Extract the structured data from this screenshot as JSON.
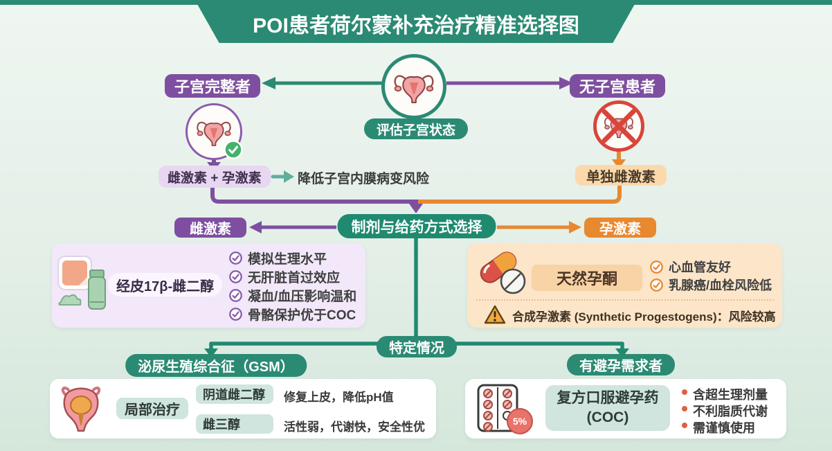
{
  "title": "POI患者荷尔蒙补充治疗精准选择图",
  "hub": {
    "label": "评估子宫状态"
  },
  "branch_left": {
    "badge": "子宫完整者",
    "regimen": "雌激素 + 孕激素",
    "benefit": "降低子宫内膜病变风险"
  },
  "branch_right": {
    "badge": "无子宫患者",
    "regimen": "单独雌激素"
  },
  "selection": {
    "label": "制剂与给药方式选择",
    "left_badge": "雌激素",
    "right_badge": "孕激素"
  },
  "estrogen_box": {
    "product": "经皮17β-雌二醇",
    "benefits": [
      "模拟生理水平",
      "无肝脏首过效应",
      "凝血/血压影响温和",
      "骨骼保护优于COC"
    ]
  },
  "progestogen_box": {
    "product": "天然孕酮",
    "benefits": [
      "心血管友好",
      "乳腺癌/血栓风险低"
    ],
    "warning": "合成孕激素 (Synthetic Progestogens)：风险较高"
  },
  "special": {
    "label": "特定情况"
  },
  "gsm": {
    "badge": "泌尿生殖综合征（GSM）",
    "approach": "局部治疗",
    "options": [
      {
        "name": "阴道雌二醇",
        "desc": "修复上皮，降低pH值"
      },
      {
        "name": "雌三醇",
        "desc": "活性弱，代谢快，安全性优"
      }
    ]
  },
  "contraception": {
    "badge": "有避孕需求者",
    "product_line1": "复方口服避孕药",
    "product_line2": "(COC)",
    "percent_label": "5%",
    "notes": [
      "含超生理剂量",
      "不利脂质代谢",
      "需谨慎使用"
    ]
  },
  "colors": {
    "teal": "#2b8a73",
    "dark_teal_badge": "#1f8a70",
    "purple": "#7e4fa0",
    "orange": "#e8882f",
    "red": "#d9453a",
    "light_purple": "#e7d7f1",
    "light_orange": "#fbd9ad",
    "lavender_box": "#f2e8f9",
    "peach_box": "#fce5c9",
    "mint_badge": "#cfe5de",
    "green_check": "#45b26b"
  }
}
